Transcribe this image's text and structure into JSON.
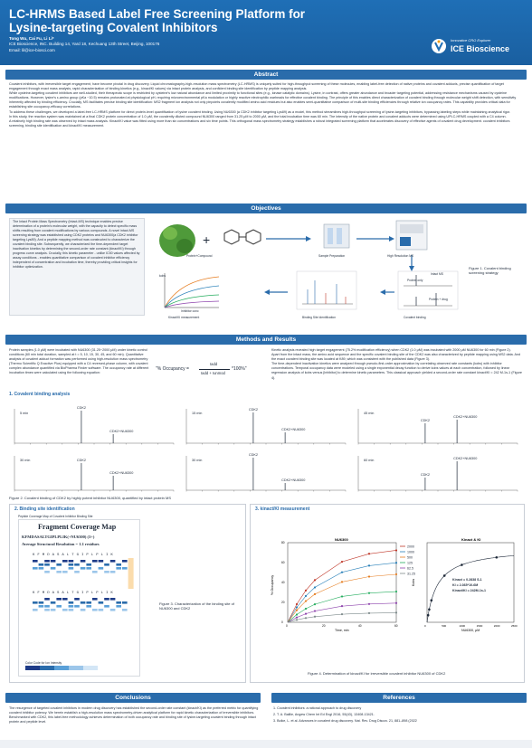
{
  "header": {
    "title_line1": "LC-HRMS Based Label Free Screening Platform for",
    "title_line2": "Lysine-targeting Covalent Inhibitors",
    "authors": "Tong Wu, Cai Fu, Li Li*",
    "affiliation": "ICE Bioscience, INC. Building 14, Yard 18, Kechuang 13th Street, Beijing, 100176",
    "email": "Email: lil@ice-biosci.com",
    "logo_tagline": "Innovative CRO Explorer",
    "logo_name": "ICE Bioscience"
  },
  "sections": {
    "abstract": "Abstract",
    "objectives": "Objectives",
    "methods": "Methods and Results",
    "conclusions": "Conclusions",
    "references": "References"
  },
  "abstract": {
    "p1": "Covalent inhibitors, with irreversible target engagement, have become pivotal in drug discovery. Liquid chromatography-high-resolution mass spectrometry (LC-HRMS) is uniquely suited for high-throughput screening of these molecules, enabling label-free detection of native proteins and covalent adducts, precise quantification of target engagement through exact mass analysis, rapid characterization of binding kinetics (e.g., kinact/KI values) via intact protein analysis, and confident binding site identification by peptide mapping analysis.",
    "p2": "While cysteine-targeting covalent inhibitors are well-studied, their therapeutic scope is restricted by cysteine's low natural abundance and limited proximity to functional sites (e.g., kinase catalytic domains). Lysine, in contrast, offers greater abundance and broader targeting potential, addressing resistance mechanisms caused by cysteine modifications. However, lysine's ε-amino group (pKa ~10.5) remains protonated at physiological pH, requiring microenvironmental pKa modulation or highly reactive electrophilic warheads for effective covalent binding. The principle of this enables direct characterization of covalent binding through molecular weight shift detection, with sensitivity inherently affected by binding efficiency. Crucially, MS facilitates precise binding site identification: MS2 fragment ion analysis not only pinpoints covalently modified amino acid residues but also enables semi-quantitative comparison of multi-site binding efficiencies through relative ion occupancy rates. This capability provides critical data for establishing site occupancy-efficacy correlations.",
    "p3": "To address these challenges, we developed a label-free LC-HRMS platform for direct protein-level quantification of lysine covalent binding. Using NU6300 (a CDK2 inhibitor targeting Lys89) as a model, this method streamlines high-throughput screening of lysine-targeting inhibitors, bypassing labeling steps while maintaining analytical rigor.",
    "p4": "In this study, the reaction system was maintained at a final CDK2 protein concentration of 1.0 μM, the covalently diluted compound NU6300 ranged from 31.25 μM to 2000 μM, and the total incubation time was 60 min. The intensity of the native protein and covalent adducts were determined using UPLC-HRMS coupled with a C4 column.",
    "p5": "A relatively high binding rate was observed by intact mass analysis. Kinact/KI value was fitted using more than six concentrations and six time points. This orthogonal mass spectrometry strategy establishes a robust integrated screening platform that accelerates discovery of effective agents of covalent drug development. covalent inhibitors screening, binding site identification and kinact/KI measurement."
  },
  "objectives": {
    "text": "The Intact Protein Mass Spectrometry (Intact-MS) technique enables precise determination of a protein's molecular weight, with the capacity to detect specific mass shifts resulting from covalent modifications by various compounds. A novel intact-MS screening strategy was established using CDK2 proteins and NU6300(a CDK2 inhibitor targeting Lys89). And a peptide mapping method was constructed to characterize the covalent binding site. Subsequently, we characterized the time-dependent target inactivation kinetics by determining the second-order rate constant (kinact/KI) through progress curve analysis. Crucially, this kinetic parameter - unlike IC50 values affected by assay conditions - enables quantitative comparison of covalent inhibitor efficiency independent of concentration and incubation time, thereby providing critical insights for inhibitor optimization.",
    "labels": {
      "protein_compound": "Protein+Compound",
      "sample_prep": "Sample Preparation",
      "hrms": "High Resolution MS",
      "kinact": "Kinact/KI measurement",
      "binding_site": "Binding Site Identification",
      "covalent": "Covalent binding"
    },
    "figure_caption": "Figure 1. Covalent binding screening strategy",
    "mini_labels": {
      "intact": "Intact MS",
      "protein_only": "Protein only",
      "protein_drug": "Protein + drug",
      "kobs": "kobs",
      "conc": "Inhibitor conc"
    }
  },
  "methods": {
    "left_text": "Protein samples (1.0 μM) were incubated with NU6300 (31.25~2000 μM) under kinetic control conditions (60 min total duration, sampled at t = 5, 10, 15, 30, 45, and 60 min). Quantitative analysis of covalent adduct formation was performed using high-resolution mass spectrometry (Thermo Scientific Q Exactive Plus) equipped with a C4 reversed-phase column, with covalent complex abundance quantified via BioPharma Finder software. The occupancy rate at different incubation times were calculated using the following equation:",
    "formula_lhs": "\"% Occupancy = ",
    "formula_num": "Iadd",
    "formula_den": "Iadd + Iunmod",
    "formula_rhs": "*100%\"",
    "right_text": "Kinetic analysis revealed high target engagement (75.2% modification efficiency) when CDK2 (1.0 μM) was incubated with 2000 μM NU6300 for 60 min (Figure 2).\nApart from the intact mass, the amino acid sequence and the specific covalent binding site of the CDK2 was also characterized by peptide mapping using MS2 data. And the exact covalent binding site was located at K89, which was consistent with the published data (Figure 3).\nThe time-dependent inactivation kinetics were analyzed through pseudo-first-order approximation by correlating observed rate constants (kobs) with inhibitor concentrations. Temporal occupancy data were modeled using a single exponential decay function to derive kobs values at each concentration, followed by linear regression analysis of kobs versus [inhibitor] to determine kinetic parameters. This classical approach yielded a second-order rate constant kinact/KI = 242 M-1s-1 (Figure 4).",
    "sub1": "1. Covalent binding analysis",
    "spectra": [
      {
        "time": "5 min",
        "peak1": "CDK2",
        "peak2": "CDK2+NU6300"
      },
      {
        "time": "15 min",
        "peak1": "CDK2",
        "peak2": "CDK2+NU6300"
      },
      {
        "time": "45 min",
        "peak1": "CDK2",
        "peak2": "CDK2+NU6300"
      },
      {
        "time": "30 min",
        "peak1": "CDK2",
        "peak2": "CDK2+NU6300"
      },
      {
        "time": "30 min",
        "peak1": "CDK2",
        "peak2": "CDK2+NU6300"
      },
      {
        "time": "60 min",
        "peak1": "CDK2",
        "peak2": "CDK2+NU6300"
      }
    ],
    "fig2_caption": "Figure 2. Covalent binding of CDK2 by highly potent inhibitor NU6300, quantified by intact protein MS",
    "sub2": "2. Binding site identification",
    "sub3": "3. kinact/KI measurement",
    "peptide_title": "Peptide Coverage Map of Covalent Inhibitor Binding Site",
    "fragment_title": "Fragment Coverage Map",
    "sequence": "KFMDASALTGIPLPLIK(+NU6300) (3+)",
    "resolution": "Average Structural Resolution = 1.1 residues",
    "seq2": "K F M D A S A L T G I P L P L I K",
    "color_code": "Color Code for Ion Intensity",
    "fig3_caption": "Figure 3. Characterization of the binding site of NU6300 and CDK2",
    "fig4_caption": "Figure 4. Determination of kinact/KI for irreversible covalent inhibitor  NU6300 of CDK2",
    "nu_label": "NU6300",
    "kinact_label": "Kinact & KI",
    "legend": [
      "2000",
      "1000",
      "500",
      "125",
      "62.5",
      "31.25"
    ],
    "fit_text": [
      "Kinact = 0.2838 S-1",
      "KI = 2.365*10-6M",
      "Kinact/KI = 242M-1s-1"
    ],
    "x1_label": "Time, min",
    "y1_label": "% Occupancy",
    "x2_label": "NU6300, μM",
    "y2_label": "Kobs"
  },
  "conclusions": {
    "text": "The resurgence of targeted covalent inhibitors in modern drug discovery has established the second-order rate constant (kinact/KI) as the preferred metric for quantifying covalent inhibitor potency. We herein establish a high-resolution mass spectrometry-driven analytical platform for rapid kinetic characterization of irreversible inhibitors. Benchmarked with CDK2, this label-free methodology achieves determination of both occupancy rate and binding site of lysine-targeting covalent binding through intact protein and peptide level."
  },
  "references": {
    "items": [
      "1. Covalent inhibitors: a rational approach to drug discovery",
      "2. T. A. Baillie, Angew Chem Int Ed Engl 2016, 55(43), 13408-13421.",
      "3. Boike, L. et al. Advances in covalent drug discovery. Nat. Rev. Drug Discov. 21, 881–898 (2022"
    ]
  },
  "colors": {
    "header": "#1f6fb6",
    "band": "#2a6cab",
    "accent": "#f39c12"
  }
}
